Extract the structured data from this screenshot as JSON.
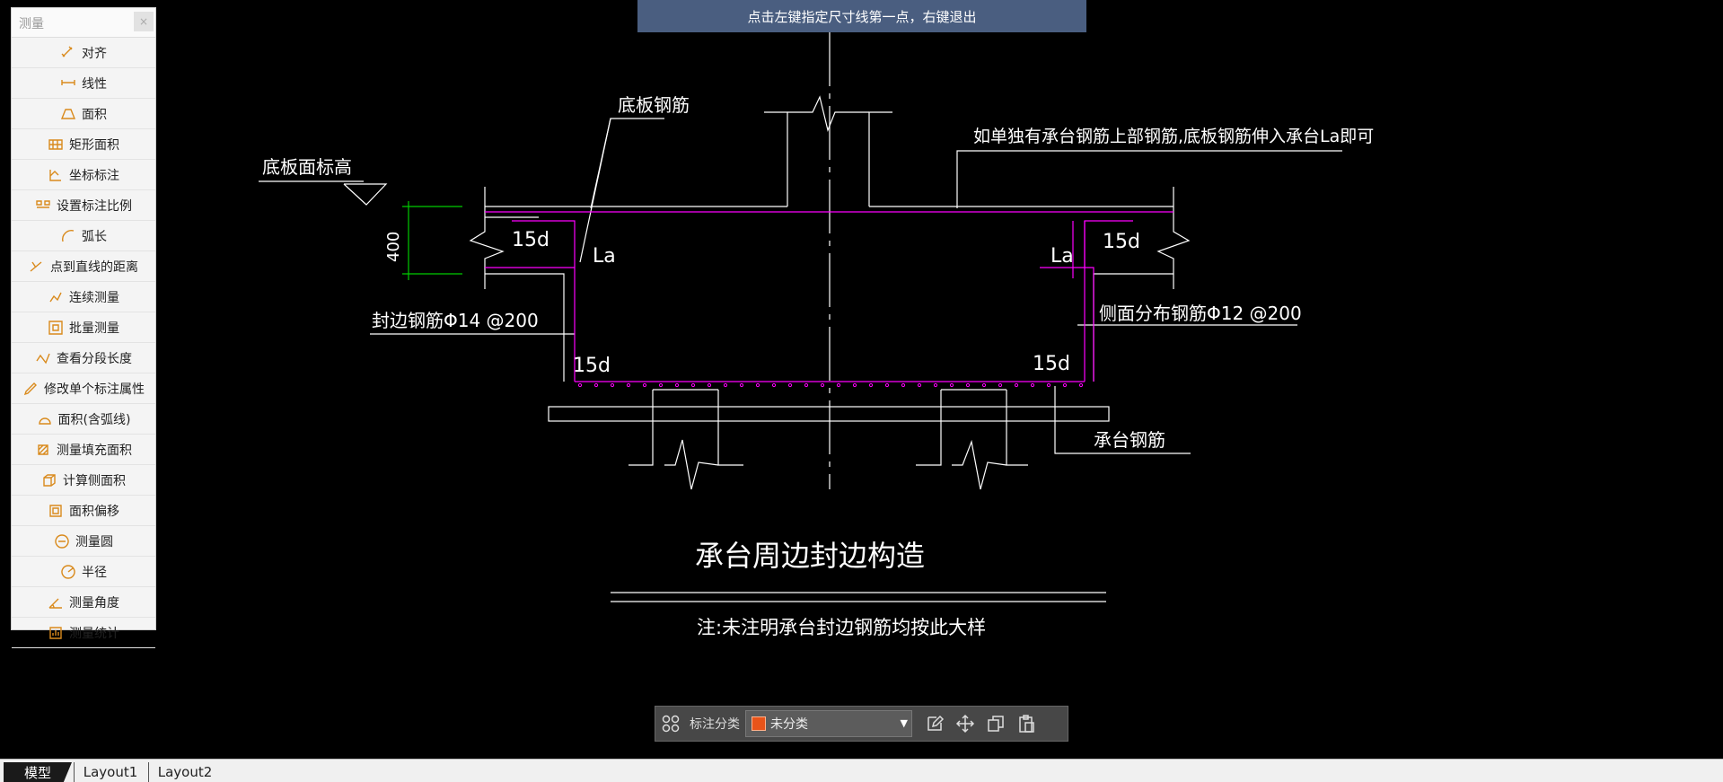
{
  "panel": {
    "title": "测量",
    "close": "×",
    "items": [
      {
        "label": "对齐",
        "icon": "align-dimension-icon"
      },
      {
        "label": "线性",
        "icon": "linear-dimension-icon"
      },
      {
        "label": "面积",
        "icon": "area-icon"
      },
      {
        "label": "矩形面积",
        "icon": "rect-area-icon"
      },
      {
        "label": "坐标标注",
        "icon": "coordinate-icon"
      },
      {
        "label": "设置标注比例",
        "icon": "scale-icon"
      },
      {
        "label": "弧长",
        "icon": "arc-length-icon"
      },
      {
        "label": "点到直线的距离",
        "icon": "point-line-icon"
      },
      {
        "label": "连续测量",
        "icon": "continuous-measure-icon"
      },
      {
        "label": "批量测量",
        "icon": "batch-measure-icon"
      },
      {
        "label": "查看分段长度",
        "icon": "segment-length-icon"
      },
      {
        "label": "修改单个标注属性",
        "icon": "edit-dimension-icon"
      },
      {
        "label": "面积(含弧线)",
        "icon": "arc-area-icon"
      },
      {
        "label": "测量填充面积",
        "icon": "fill-area-icon"
      },
      {
        "label": "计算侧面积",
        "icon": "side-area-icon"
      },
      {
        "label": "面积偏移",
        "icon": "area-offset-icon"
      },
      {
        "label": "测量圆",
        "icon": "circle-icon"
      },
      {
        "label": "半径",
        "icon": "radius-icon"
      },
      {
        "label": "测量角度",
        "icon": "angle-icon"
      },
      {
        "label": "测量统计",
        "icon": "statistics-icon"
      }
    ]
  },
  "hint": "点击左键指定尺寸线第一点，右键退出",
  "drawing": {
    "label_bottom_rebar": "底板钢筋",
    "label_slab_elev": "底板面标高",
    "label_note_top": "如单独有承台钢筋上部钢筋,底板钢筋伸入承台La即可",
    "dim_400": "400",
    "label_15d_tl": "15d",
    "label_la_left": "La",
    "label_la_right": "La",
    "label_15d_tr": "15d",
    "label_edge_rebar": "封边钢筋Φ14 @200",
    "label_side_rebar": "侧面分布钢筋Φ12 @200",
    "label_15d_bl": "15d",
    "label_15d_br": "15d",
    "label_cap_rebar": "承台钢筋",
    "title": "承台周边封边构造",
    "note": "注:未注明承台封边钢筋均按此大样"
  },
  "toolbar": {
    "label": "标注分类",
    "category": "未分类",
    "category_color": "#e8541a",
    "icons": [
      "grid-icon",
      "edit-icon",
      "move-icon",
      "copy-icon",
      "paste-icon"
    ]
  },
  "tabs": [
    "模型",
    "Layout1",
    "Layout2"
  ],
  "colors": {
    "magenta": "#ff00ff",
    "green": "#00cc00",
    "white": "#ffffff",
    "hint_bg": "#4a5e80"
  }
}
